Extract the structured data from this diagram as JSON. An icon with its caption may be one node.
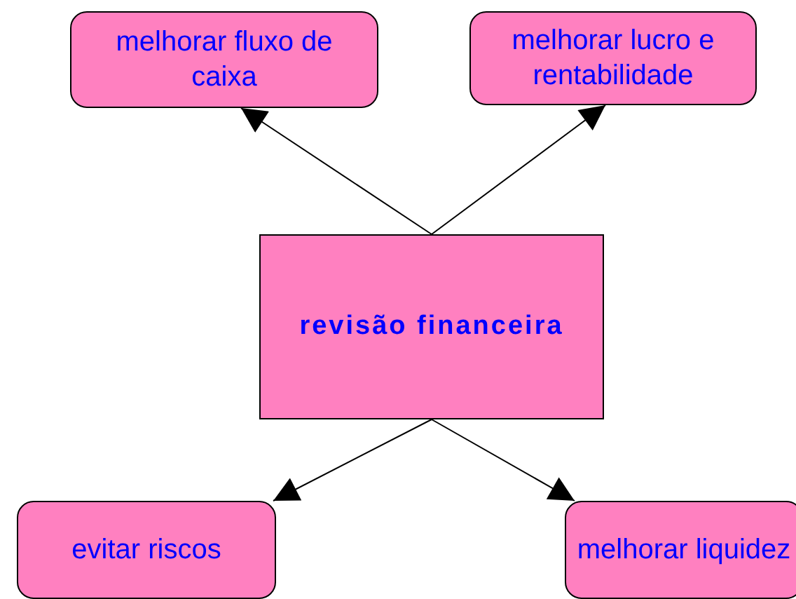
{
  "diagram": {
    "nodes": [
      {
        "text": [
          "melhorar fluxo de caixa"
        ]
      },
      {
        "text": [
          "melhorar lucro e rentabilidade"
        ]
      },
      {
        "text": [
          "revisão financeira"
        ]
      },
      {
        "text": [
          "evitar riscos"
        ]
      },
      {
        "text": [
          "melhorar liquidez"
        ]
      }
    ],
    "edges": [
      {
        "from": 2,
        "to": 0,
        "arrow": "to"
      },
      {
        "from": 2,
        "to": 1,
        "arrow": "to"
      },
      {
        "from": 2,
        "to": 3,
        "arrow": "to"
      },
      {
        "from": 2,
        "to": 4,
        "arrow": "to"
      }
    ]
  }
}
